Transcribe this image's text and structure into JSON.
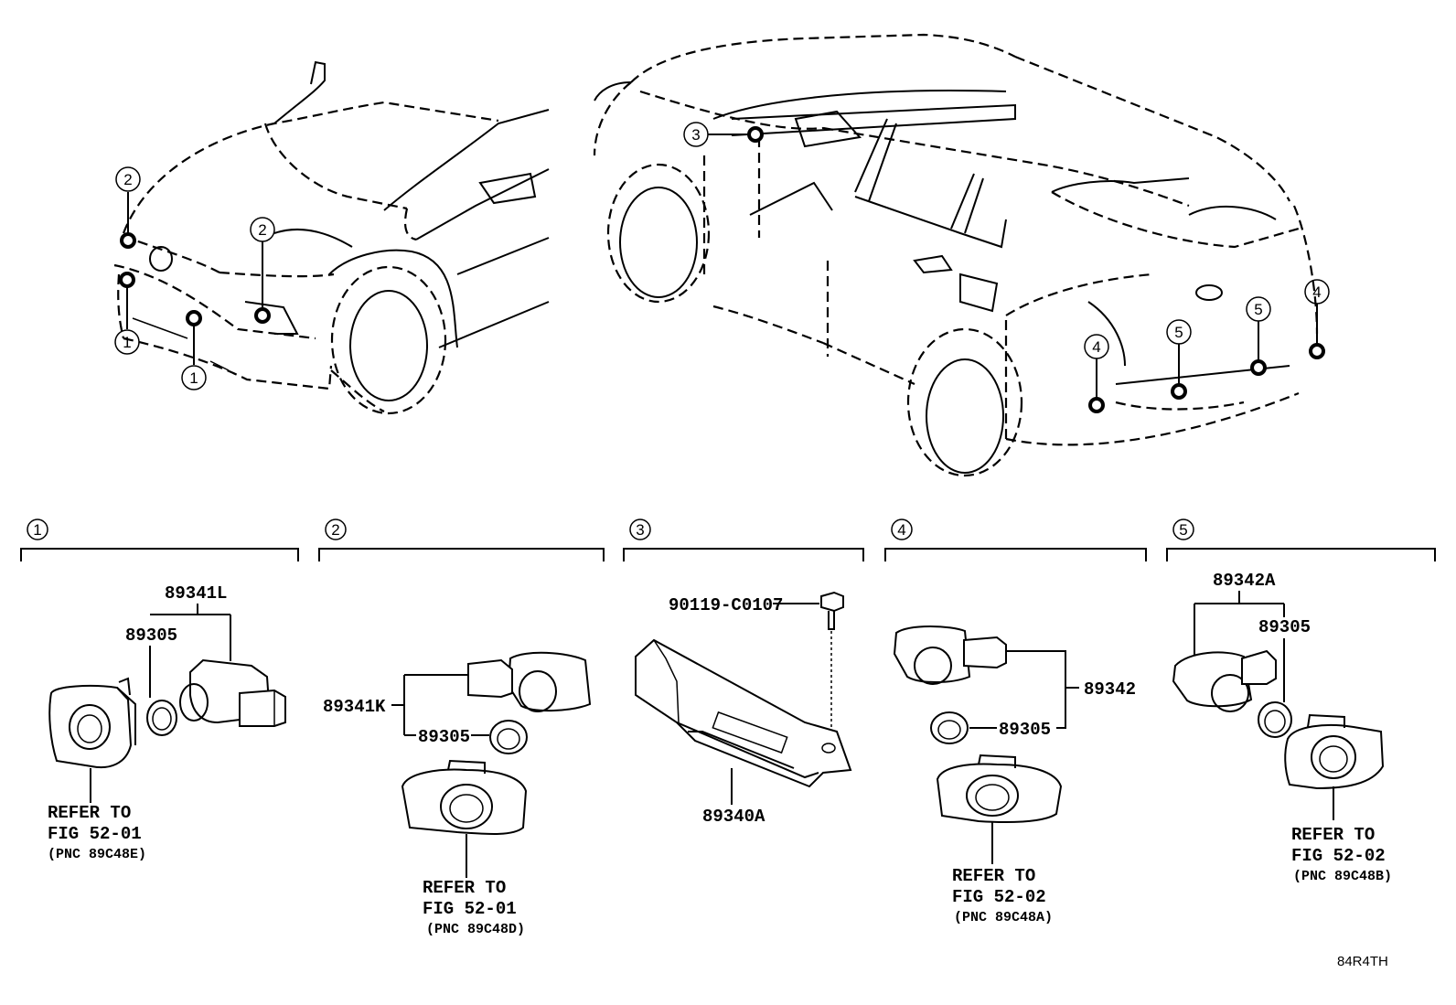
{
  "sections": [
    {
      "num": "1",
      "parts": [
        "89341L",
        "89305"
      ],
      "refer": [
        "REFER TO",
        "FIG 52-01",
        "(PNC 89C48E)"
      ]
    },
    {
      "num": "2",
      "parts": [
        "89341K",
        "89305"
      ],
      "refer": [
        "REFER TO",
        "FIG 52-01",
        "(PNC 89C48D)"
      ]
    },
    {
      "num": "3",
      "parts": [
        "90119-C0107",
        "89340A"
      ],
      "refer": []
    },
    {
      "num": "4",
      "parts": [
        "89342",
        "89305"
      ],
      "refer": [
        "REFER TO",
        "FIG 52-02",
        "(PNC 89C48A)"
      ]
    },
    {
      "num": "5",
      "parts": [
        "89342A",
        "89305"
      ],
      "refer": [
        "REFER TO",
        "FIG 52-02",
        "(PNC 89C48B)"
      ]
    }
  ],
  "callouts": {
    "front": [
      "2",
      "2",
      "1",
      "1"
    ],
    "rear": [
      "3",
      "4",
      "5",
      "5",
      "4"
    ]
  },
  "diagram_code": "84R4TH"
}
